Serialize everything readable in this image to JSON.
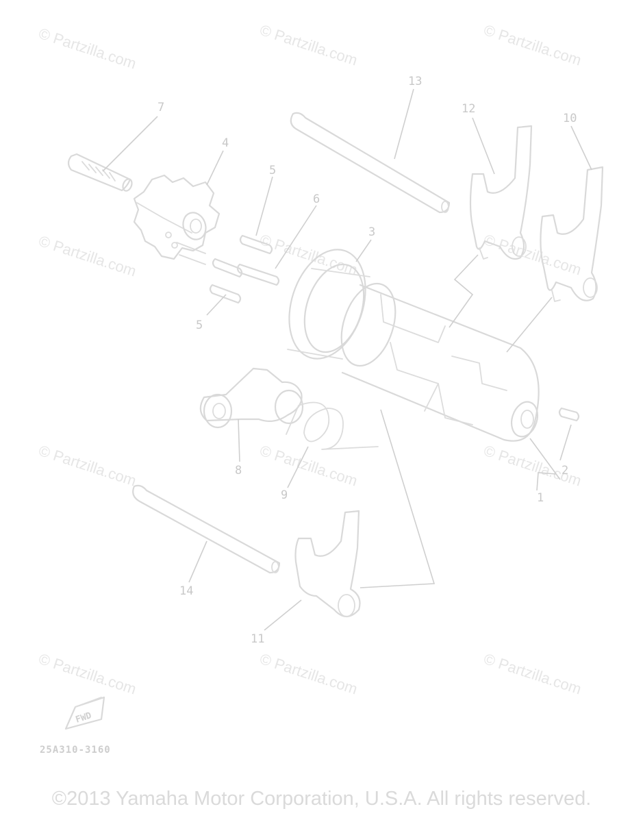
{
  "watermark_text": "© Partzilla.com",
  "part_numbers": {
    "n1": "1",
    "n2": "2",
    "n3": "3",
    "n4": "4",
    "n5a": "5",
    "n5b": "5",
    "n6": "6",
    "n7": "7",
    "n8": "8",
    "n9": "9",
    "n10": "10",
    "n11": "11",
    "n12": "12",
    "n13": "13",
    "n14": "14"
  },
  "fwd_label": "FWD",
  "diagram_code": "25A310-3160",
  "copyright": "©2013 Yamaha Motor Corporation, U.S.A. All rights reserved."
}
